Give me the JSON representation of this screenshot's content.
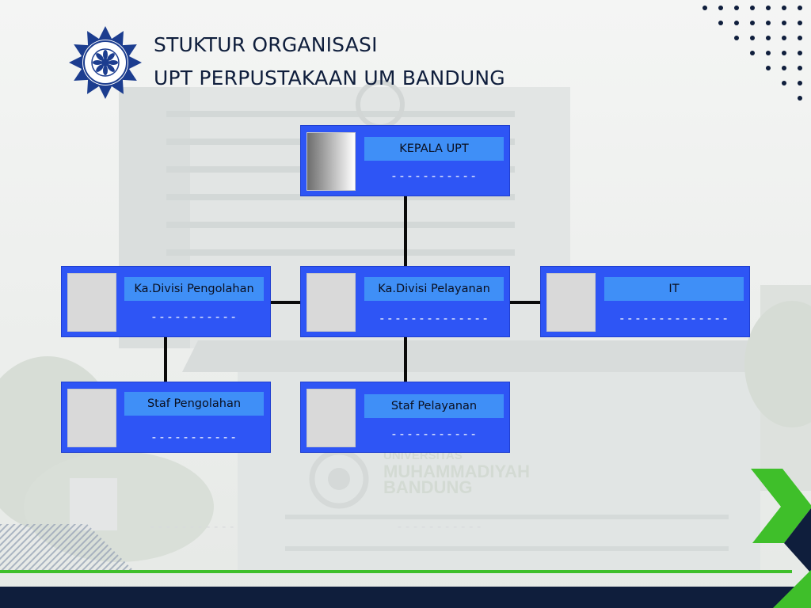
{
  "header": {
    "title_line1": "STUKTUR ORGANISASI",
    "title_line2": "UPT PERPUSTAKAAN UM BANDUNG"
  },
  "background": {
    "sign_line1": "UNIVERSITAS",
    "sign_line2": "MUHAMMADIYAH",
    "sign_line3": "BANDUNG"
  },
  "org": {
    "kepala": {
      "role": "KEPALA UPT",
      "name": "-----------"
    },
    "pengolahan": {
      "role": "Ka.Divisi Pengolahan",
      "name": "-----------"
    },
    "pelayanan": {
      "role": "Ka.Divisi Pelayanan",
      "name": "--------------"
    },
    "it": {
      "role": "IT",
      "name": "--------------"
    },
    "staf_pengolahan": {
      "role": "Staf Pengolahan",
      "name": "-----------"
    },
    "staf_pelayanan": {
      "role": "Staf Pelayanan",
      "name": "-----------"
    }
  },
  "ghost_names": {
    "left": "-----------",
    "center": "-----------"
  },
  "colors": {
    "node_blue": "#2e55f5",
    "label_blue": "#3f8ff7",
    "navy": "#0f1e3c",
    "green": "#3fbf2a"
  }
}
